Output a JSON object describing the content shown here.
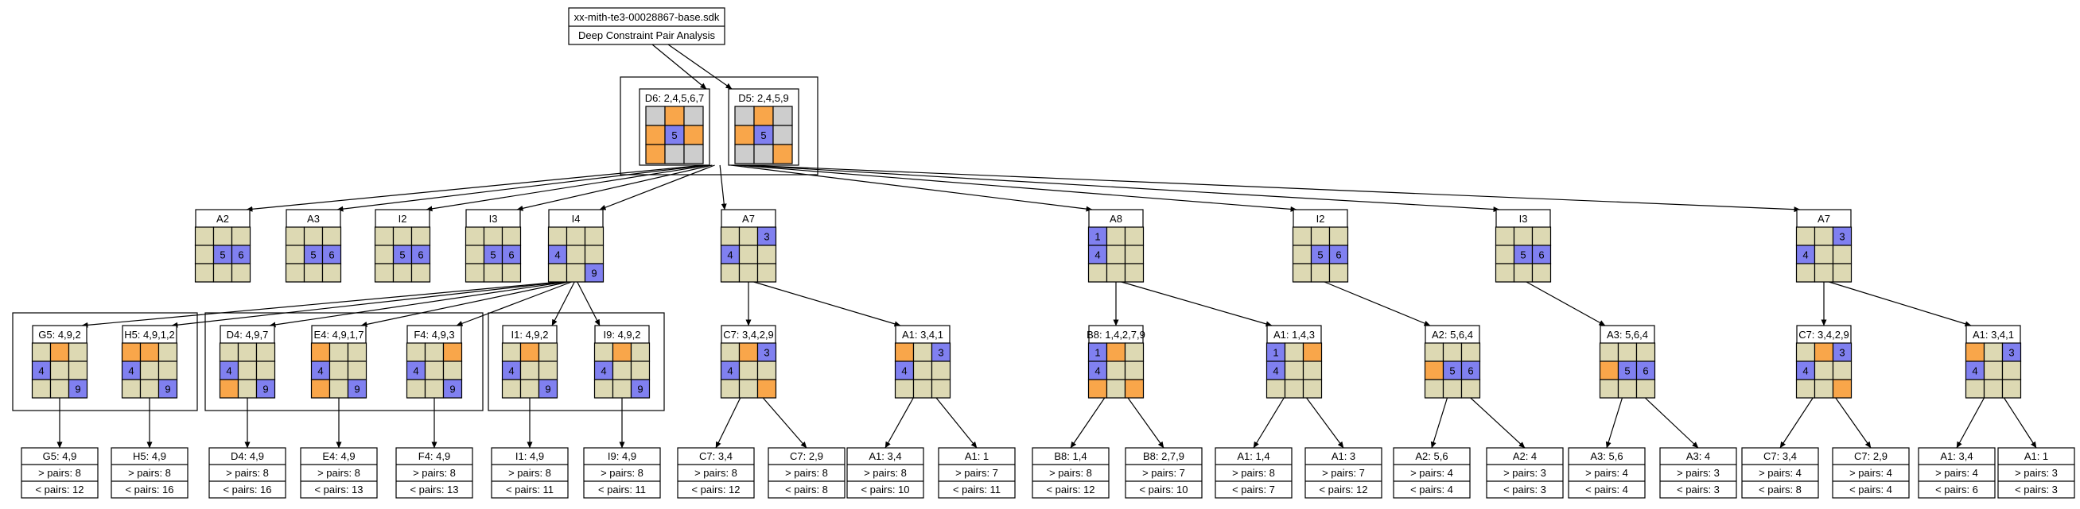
{
  "header": {
    "title": "xx-mith-te3-00028867-base.sdk",
    "subtitle": "Deep Constraint Pair Analysis"
  },
  "colors": {
    "cream": "#ddd9b3",
    "gray": "#cdcdcd",
    "orange": "#f9a64a",
    "blue": "#8080f0",
    "stroke": "#000000",
    "background": "#ffffff"
  },
  "pair": [
    {
      "label": "D6: 2,4,5,6,7",
      "grid": [
        "g",
        "o",
        "g",
        "o",
        "b5",
        "o",
        "o",
        "g",
        "g"
      ]
    },
    {
      "label": "D5: 2,4,5,9",
      "grid": [
        "g",
        "o",
        "g",
        "o",
        "b5",
        "g",
        "g",
        "g",
        "o"
      ]
    }
  ],
  "level1": [
    {
      "label": "A2",
      "grid": [
        "c",
        "c",
        "c",
        "c",
        "b5",
        "b6",
        "c",
        "c",
        "c"
      ]
    },
    {
      "label": "A3",
      "grid": [
        "c",
        "c",
        "c",
        "c",
        "b5",
        "b6",
        "c",
        "c",
        "c"
      ]
    },
    {
      "label": "I2",
      "grid": [
        "c",
        "c",
        "c",
        "c",
        "b5",
        "b6",
        "c",
        "c",
        "c"
      ]
    },
    {
      "label": "I3",
      "grid": [
        "c",
        "c",
        "c",
        "c",
        "b5",
        "b6",
        "c",
        "c",
        "c"
      ]
    },
    {
      "label": "I4",
      "grid": [
        "c",
        "c",
        "c",
        "b4",
        "c",
        "c",
        "c",
        "c",
        "b9"
      ]
    },
    {
      "label": "A7",
      "grid": [
        "c",
        "c",
        "b3",
        "b4",
        "c",
        "c",
        "c",
        "c",
        "c"
      ]
    },
    {
      "label": "A8",
      "grid": [
        "b1",
        "c",
        "c",
        "b4",
        "c",
        "c",
        "c",
        "c",
        "c"
      ]
    },
    {
      "label": "I2",
      "grid": [
        "c",
        "c",
        "c",
        "c",
        "b5",
        "b6",
        "c",
        "c",
        "c"
      ]
    },
    {
      "label": "I3",
      "grid": [
        "c",
        "c",
        "c",
        "c",
        "b5",
        "b6",
        "c",
        "c",
        "c"
      ]
    },
    {
      "label": "A7",
      "grid": [
        "c",
        "c",
        "b3",
        "b4",
        "c",
        "c",
        "c",
        "c",
        "c"
      ]
    }
  ],
  "level2": [
    {
      "label": "G5: 4,9,2",
      "grid": [
        "c",
        "o",
        "c",
        "b4",
        "c",
        "c",
        "c",
        "c",
        "b9"
      ]
    },
    {
      "label": "H5: 4,9,1,2",
      "grid": [
        "o",
        "o",
        "c",
        "b4",
        "c",
        "c",
        "c",
        "c",
        "b9"
      ]
    },
    {
      "label": "D4: 4,9,7",
      "grid": [
        "c",
        "c",
        "c",
        "b4",
        "c",
        "c",
        "o",
        "c",
        "b9"
      ]
    },
    {
      "label": "E4: 4,9,1,7",
      "grid": [
        "o",
        "c",
        "c",
        "b4",
        "c",
        "c",
        "o",
        "c",
        "b9"
      ]
    },
    {
      "label": "F4: 4,9,3",
      "grid": [
        "c",
        "c",
        "o",
        "b4",
        "c",
        "c",
        "c",
        "c",
        "b9"
      ]
    },
    {
      "label": "I1: 4,9,2",
      "grid": [
        "c",
        "o",
        "c",
        "b4",
        "c",
        "c",
        "c",
        "c",
        "b9"
      ]
    },
    {
      "label": "I9: 4,9,2",
      "grid": [
        "c",
        "o",
        "c",
        "b4",
        "c",
        "c",
        "c",
        "c",
        "b9"
      ]
    },
    {
      "label": "C7: 3,4,2,9",
      "grid": [
        "c",
        "o",
        "b3",
        "b4",
        "c",
        "c",
        "c",
        "c",
        "o"
      ]
    },
    {
      "label": "A1: 3,4,1",
      "grid": [
        "o",
        "c",
        "b3",
        "b4",
        "c",
        "c",
        "c",
        "c",
        "c"
      ]
    },
    {
      "label": "B8: 1,4,2,7,9",
      "grid": [
        "b1",
        "o",
        "c",
        "b4",
        "c",
        "c",
        "o",
        "c",
        "o"
      ]
    },
    {
      "label": "A1: 1,4,3",
      "grid": [
        "b1",
        "c",
        "o",
        "b4",
        "c",
        "c",
        "c",
        "c",
        "c"
      ]
    },
    {
      "label": "A2: 5,6,4",
      "grid": [
        "c",
        "c",
        "c",
        "o",
        "b5",
        "b6",
        "c",
        "c",
        "c"
      ]
    },
    {
      "label": "A3: 5,6,4",
      "grid": [
        "c",
        "c",
        "c",
        "o",
        "b5",
        "b6",
        "c",
        "c",
        "c"
      ]
    },
    {
      "label": "C7: 3,4,2,9",
      "grid": [
        "c",
        "o",
        "b3",
        "b4",
        "c",
        "c",
        "c",
        "c",
        "o"
      ]
    },
    {
      "label": "A1: 3,4,1",
      "grid": [
        "o",
        "c",
        "b3",
        "b4",
        "c",
        "c",
        "c",
        "c",
        "c"
      ]
    }
  ],
  "leaves": [
    {
      "label": "G5: 4,9",
      "more": "> pairs: 8",
      "less": "< pairs: 12"
    },
    {
      "label": "H5: 4,9",
      "more": "> pairs: 8",
      "less": "< pairs: 16"
    },
    {
      "label": "D4: 4,9",
      "more": "> pairs: 8",
      "less": "< pairs: 16"
    },
    {
      "label": "E4: 4,9",
      "more": "> pairs: 8",
      "less": "< pairs: 13"
    },
    {
      "label": "F4: 4,9",
      "more": "> pairs: 8",
      "less": "< pairs: 13"
    },
    {
      "label": "I1: 4,9",
      "more": "> pairs: 8",
      "less": "< pairs: 11"
    },
    {
      "label": "I9: 4,9",
      "more": "> pairs: 8",
      "less": "< pairs: 11"
    },
    {
      "label": "C7: 3,4",
      "more": "> pairs: 8",
      "less": "< pairs: 12"
    },
    {
      "label": "C7: 2,9",
      "more": "> pairs: 8",
      "less": "< pairs: 8"
    },
    {
      "label": "A1: 3,4",
      "more": "> pairs: 8",
      "less": "< pairs: 10"
    },
    {
      "label": "A1: 1",
      "more": "> pairs: 7",
      "less": "< pairs: 11"
    },
    {
      "label": "B8: 1,4",
      "more": "> pairs: 8",
      "less": "< pairs: 12"
    },
    {
      "label": "B8: 2,7,9",
      "more": "> pairs: 7",
      "less": "< pairs: 10"
    },
    {
      "label": "A1: 1,4",
      "more": "> pairs: 8",
      "less": "< pairs: 7"
    },
    {
      "label": "A1: 3",
      "more": "> pairs: 7",
      "less": "< pairs: 12"
    },
    {
      "label": "A2: 5,6",
      "more": "> pairs: 4",
      "less": "< pairs: 4"
    },
    {
      "label": "A2: 4",
      "more": "> pairs: 3",
      "less": "< pairs: 3"
    },
    {
      "label": "A3: 5,6",
      "more": "> pairs: 4",
      "less": "< pairs: 4"
    },
    {
      "label": "A3: 4",
      "more": "> pairs: 3",
      "less": "< pairs: 3"
    },
    {
      "label": "C7: 3,4",
      "more": "> pairs: 4",
      "less": "< pairs: 8"
    },
    {
      "label": "C7: 2,9",
      "more": "> pairs: 4",
      "less": "< pairs: 4"
    },
    {
      "label": "A1: 3,4",
      "more": "> pairs: 4",
      "less": "< pairs: 6"
    },
    {
      "label": "A1: 1",
      "more": "> pairs: 3",
      "less": "< pairs: 3"
    }
  ]
}
